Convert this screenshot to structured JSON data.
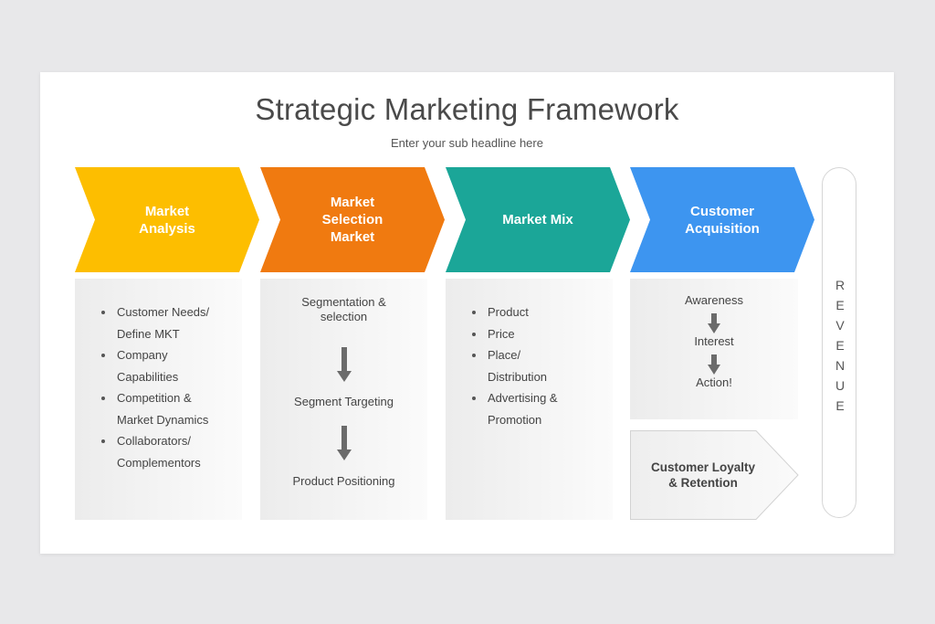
{
  "title": "Strategic Marketing Framework",
  "subtitle": "Enter your sub headline here",
  "colors": {
    "analysis": "#FDBE00",
    "selection": "#F07A10",
    "mix": "#1BA698",
    "acquisition": "#3D95F0"
  },
  "stages": [
    {
      "title_lines": [
        "Market",
        "Analysis"
      ]
    },
    {
      "title_lines": [
        "Market",
        "Selection",
        "Market"
      ]
    },
    {
      "title_lines": [
        "Market Mix"
      ]
    },
    {
      "title_lines": [
        "Customer",
        "Acquisition"
      ]
    }
  ],
  "analysis_items": [
    "Customer Needs/",
    "Define MKT",
    "Company",
    "Capabilities",
    "Competition &",
    "Market Dynamics",
    "Collaborators/",
    "Complementors"
  ],
  "selection_steps": [
    "Segmentation &",
    "selection",
    "Segment Targeting",
    "Product Positioning"
  ],
  "mix_items": [
    "Product",
    "Price",
    "Place/",
    "Distribution",
    "Advertising &",
    "Promotion"
  ],
  "acquisition_steps": [
    "Awareness",
    "Interest",
    "Action!"
  ],
  "loyalty_lines": [
    "Customer Loyalty",
    "& Retention"
  ],
  "revenue_letters": [
    "R",
    "E",
    "V",
    "E",
    "N",
    "U",
    "E"
  ]
}
